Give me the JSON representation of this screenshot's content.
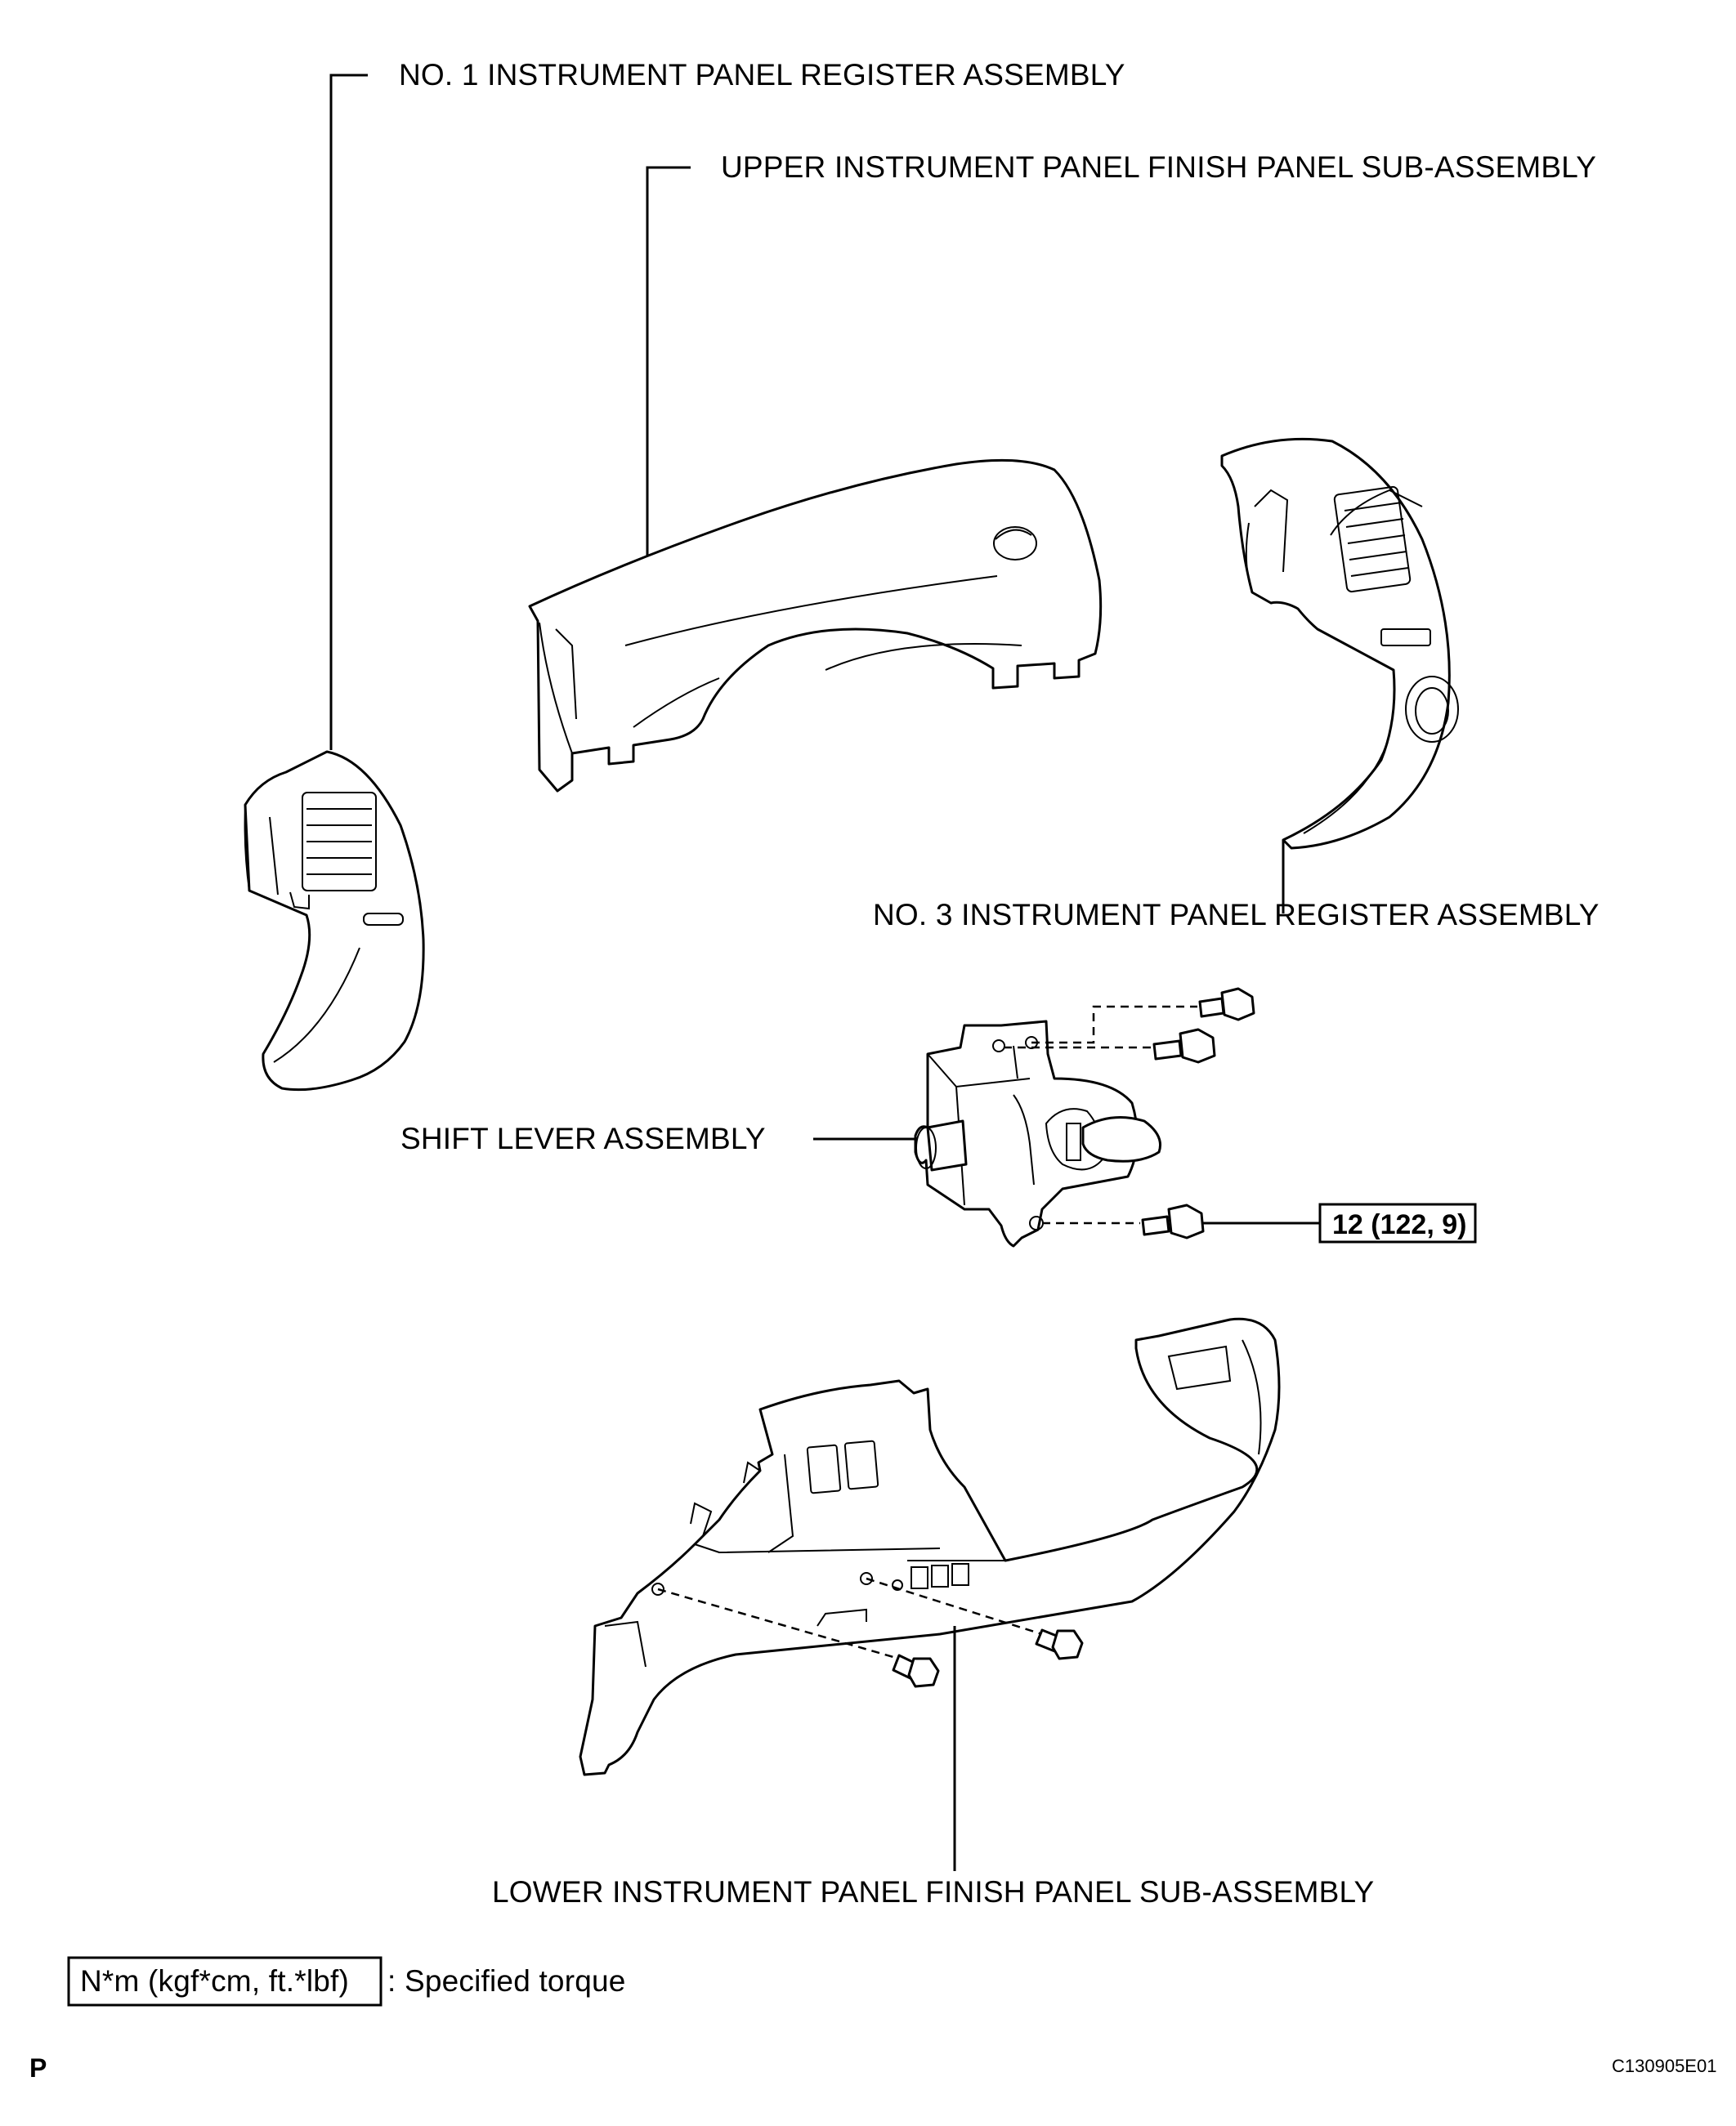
{
  "labels": {
    "reg1": "NO. 1 INSTRUMENT PANEL REGISTER ASSEMBLY",
    "upper_panel": "UPPER INSTRUMENT PANEL FINISH PANEL SUB-ASSEMBLY",
    "reg3": "NO. 3 INSTRUMENT PANEL REGISTER ASSEMBLY",
    "shift_lever": "SHIFT LEVER ASSEMBLY",
    "torque_value": "12 (122, 9)",
    "lower_panel": "LOWER INSTRUMENT PANEL FINISH PANEL SUB-ASSEMBLY"
  },
  "legend": {
    "unit_box": "N*m (kgf*cm, ft.*lbf)",
    "description": ": Specified torque"
  },
  "footer": {
    "page_mark": "P",
    "figure_code": "C130905E01"
  }
}
